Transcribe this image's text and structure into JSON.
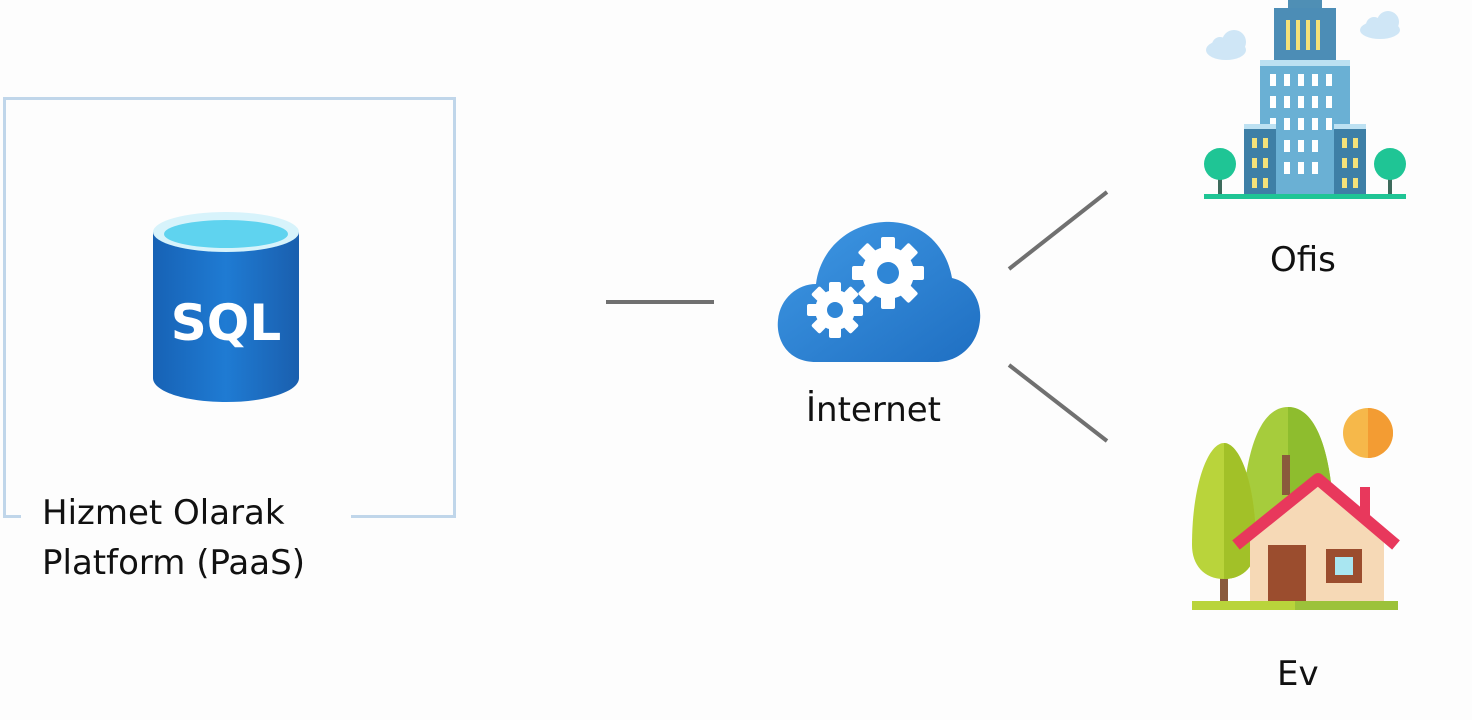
{
  "paas": {
    "icon_text": "SQL",
    "caption_line1": "Hizmet Olarak",
    "caption_line2": "Platform (PaaS)"
  },
  "internet": {
    "label": "İnternet"
  },
  "office": {
    "label": "Ofis"
  },
  "home": {
    "label": "Ev"
  },
  "colors": {
    "frame": "#c0d6ea",
    "connector": "#707070",
    "sql_blue": "#1a73c8",
    "sql_top": "#5fd3ef",
    "cloud_blue": "#2f86d6",
    "gear_white": "#ffffff",
    "building": "#5a9fc2",
    "tree_green": "#1fc595",
    "house_roof": "#e8385c",
    "sun": "#f6b84a"
  }
}
